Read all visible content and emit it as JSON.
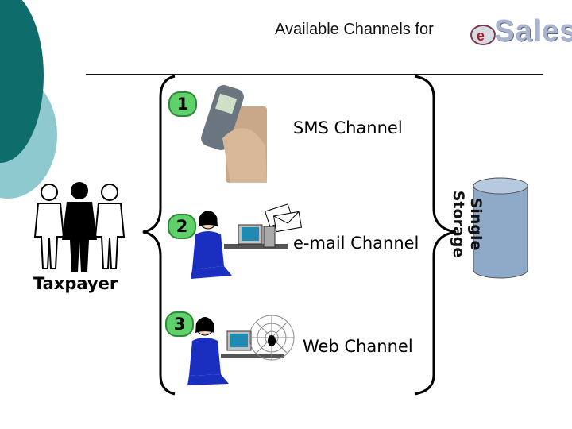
{
  "header": {
    "title": "Available Channels for",
    "brand_text": "Sales",
    "brand_letter": "e"
  },
  "channels": [
    {
      "number": "1",
      "label": "SMS Channel"
    },
    {
      "number": "2",
      "label": "e-mail Channel"
    },
    {
      "number": "3",
      "label": "Web Channel"
    }
  ],
  "storage": {
    "line1": "Single",
    "line2": "Storage"
  },
  "actor": {
    "label": "Taxpayer"
  },
  "colors": {
    "accent_green": "#5fd06a",
    "slide_teal": "#0e6d6a",
    "slide_teal_light": "#8ec9d0",
    "storage_blue": "#8fa9c9"
  }
}
